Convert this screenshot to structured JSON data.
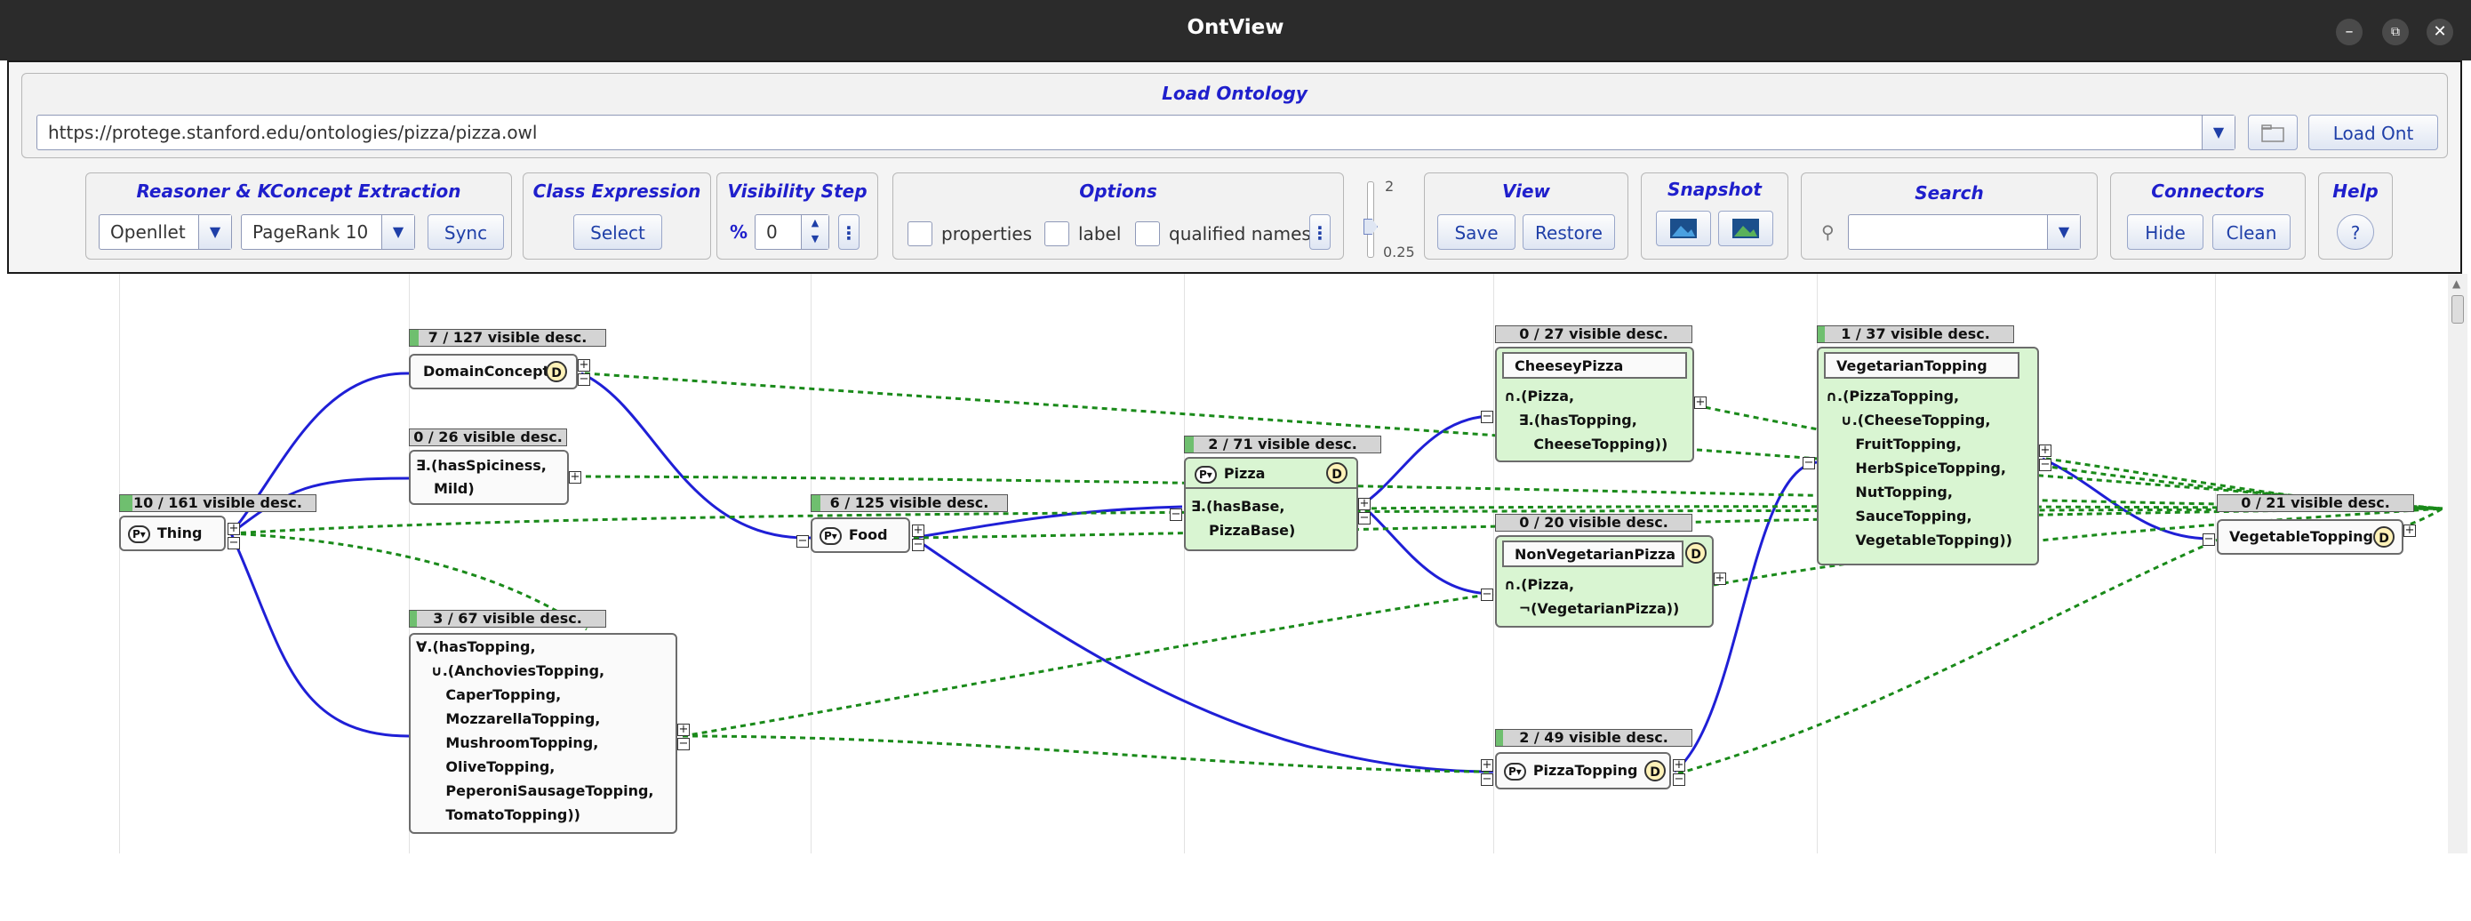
{
  "window": {
    "title": "OntView",
    "minimize": "–",
    "restore": "⧉",
    "close": "✕"
  },
  "load": {
    "title": "Load Ontology",
    "url": "https://protege.stanford.edu/ontologies/pizza/pizza.owl",
    "load_button": "Load Ont"
  },
  "reasoner": {
    "title": "Reasoner & KConcept Extraction",
    "reasoner_value": "Openllet",
    "ranking_value": "PageRank 10",
    "sync_button": "Sync"
  },
  "class_expression": {
    "title": "Class Expression",
    "select_button": "Select"
  },
  "visibility": {
    "title": "Visibility Step",
    "percent_label": "%",
    "value": "0"
  },
  "options": {
    "title": "Options",
    "properties_label": "properties",
    "label_label": "label",
    "qualified_label": "qualified names"
  },
  "slider": {
    "max_label": "2",
    "min_label": "0.25"
  },
  "view": {
    "title": "View",
    "save_button": "Save",
    "restore_button": "Restore"
  },
  "snapshot": {
    "title": "Snapshot"
  },
  "search": {
    "title": "Search",
    "value": ""
  },
  "connectors": {
    "title": "Connectors",
    "hide_button": "Hide",
    "clean_button": "Clean"
  },
  "help": {
    "title": "Help",
    "button": "?"
  },
  "graph": {
    "p_badge": "P▾",
    "d_badge": "D",
    "expand": "+",
    "collapse": "−",
    "nodes": {
      "thing": {
        "header": "10 / 161 visible desc.",
        "label": "Thing"
      },
      "domain": {
        "header": "7 / 127 visible desc.",
        "label": "DomainConcept"
      },
      "spiciness": {
        "header": "0 / 26 visible desc.",
        "line1": "∃.(hasSpiciness,",
        "line2": "Mild)"
      },
      "alltopping": {
        "header": "3 / 67 visible desc.",
        "lines": [
          "∀.(hasTopping,",
          "   ∪.(AnchoviesTopping,",
          "      CaperTopping,",
          "      MozzarellaTopping,",
          "      MushroomTopping,",
          "      OliveTopping,",
          "      PeperoniSausageTopping,",
          "      TomatoTopping))"
        ]
      },
      "food": {
        "header": "6 / 125 visible desc.",
        "label": "Food"
      },
      "pizza": {
        "header": "2 / 71 visible desc.",
        "label": "Pizza",
        "line1": "∃.(hasBase,",
        "line2": "PizzaBase)"
      },
      "cheesey": {
        "header": "0 / 27 visible desc.",
        "label": "CheeseyPizza",
        "lines": [
          "∩.(Pizza,",
          "   ∃.(hasTopping,",
          "      CheeseTopping))"
        ]
      },
      "nonveg": {
        "header": "0 / 20 visible desc.",
        "label": "NonVegetarianPizza",
        "lines": [
          "∩.(Pizza,",
          "   ¬(VegetarianPizza))"
        ]
      },
      "pizzatopping": {
        "header": "2 / 49 visible desc.",
        "label": "PizzaTopping"
      },
      "vegtop": {
        "header": "1 / 37 visible desc.",
        "label": "VegetarianTopping",
        "lines": [
          "∩.(PizzaTopping,",
          "   ∪.(CheeseTopping,",
          "      FruitTopping,",
          "      HerbSpiceTopping,",
          "      NutTopping,",
          "      SauceTopping,",
          "      VegetableTopping))"
        ]
      },
      "vegtopping": {
        "header": "0 / 21 visible desc.",
        "label": "VegetableTopping"
      }
    }
  },
  "colors": {
    "subclass_edge": "#1f1fd6",
    "connector": "#1a8a1a",
    "accent": "#1f1fcc",
    "node_green": "#d9f5d2"
  }
}
